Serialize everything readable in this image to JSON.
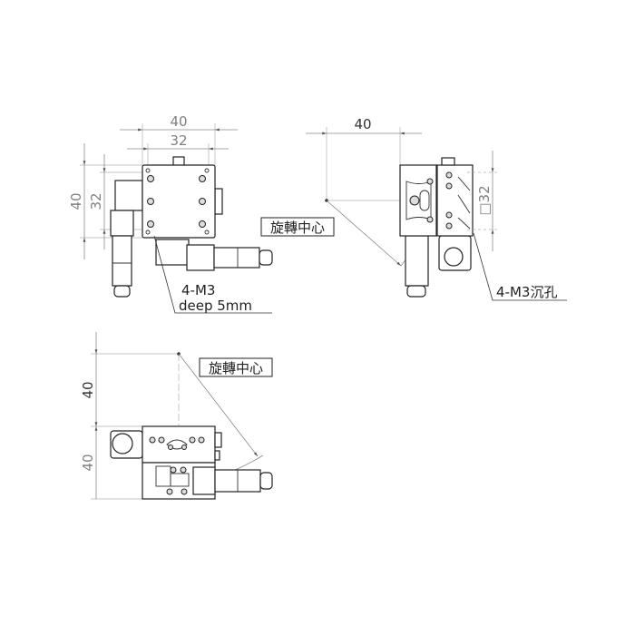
{
  "top_view": {
    "width_outer": "40",
    "width_inner": "32",
    "height_outer": "40",
    "height_inner": "32",
    "callout_line1": "4-M3",
    "callout_line2": "deep 5mm"
  },
  "side_view": {
    "offset_dim": "40",
    "square_dim": "□32",
    "rotation_center_label": "旋轉中心",
    "callout": "4-M3沉孔"
  },
  "front_view": {
    "offset_dim": "40",
    "height_dim": "40",
    "rotation_center_label": "旋轉中心"
  }
}
